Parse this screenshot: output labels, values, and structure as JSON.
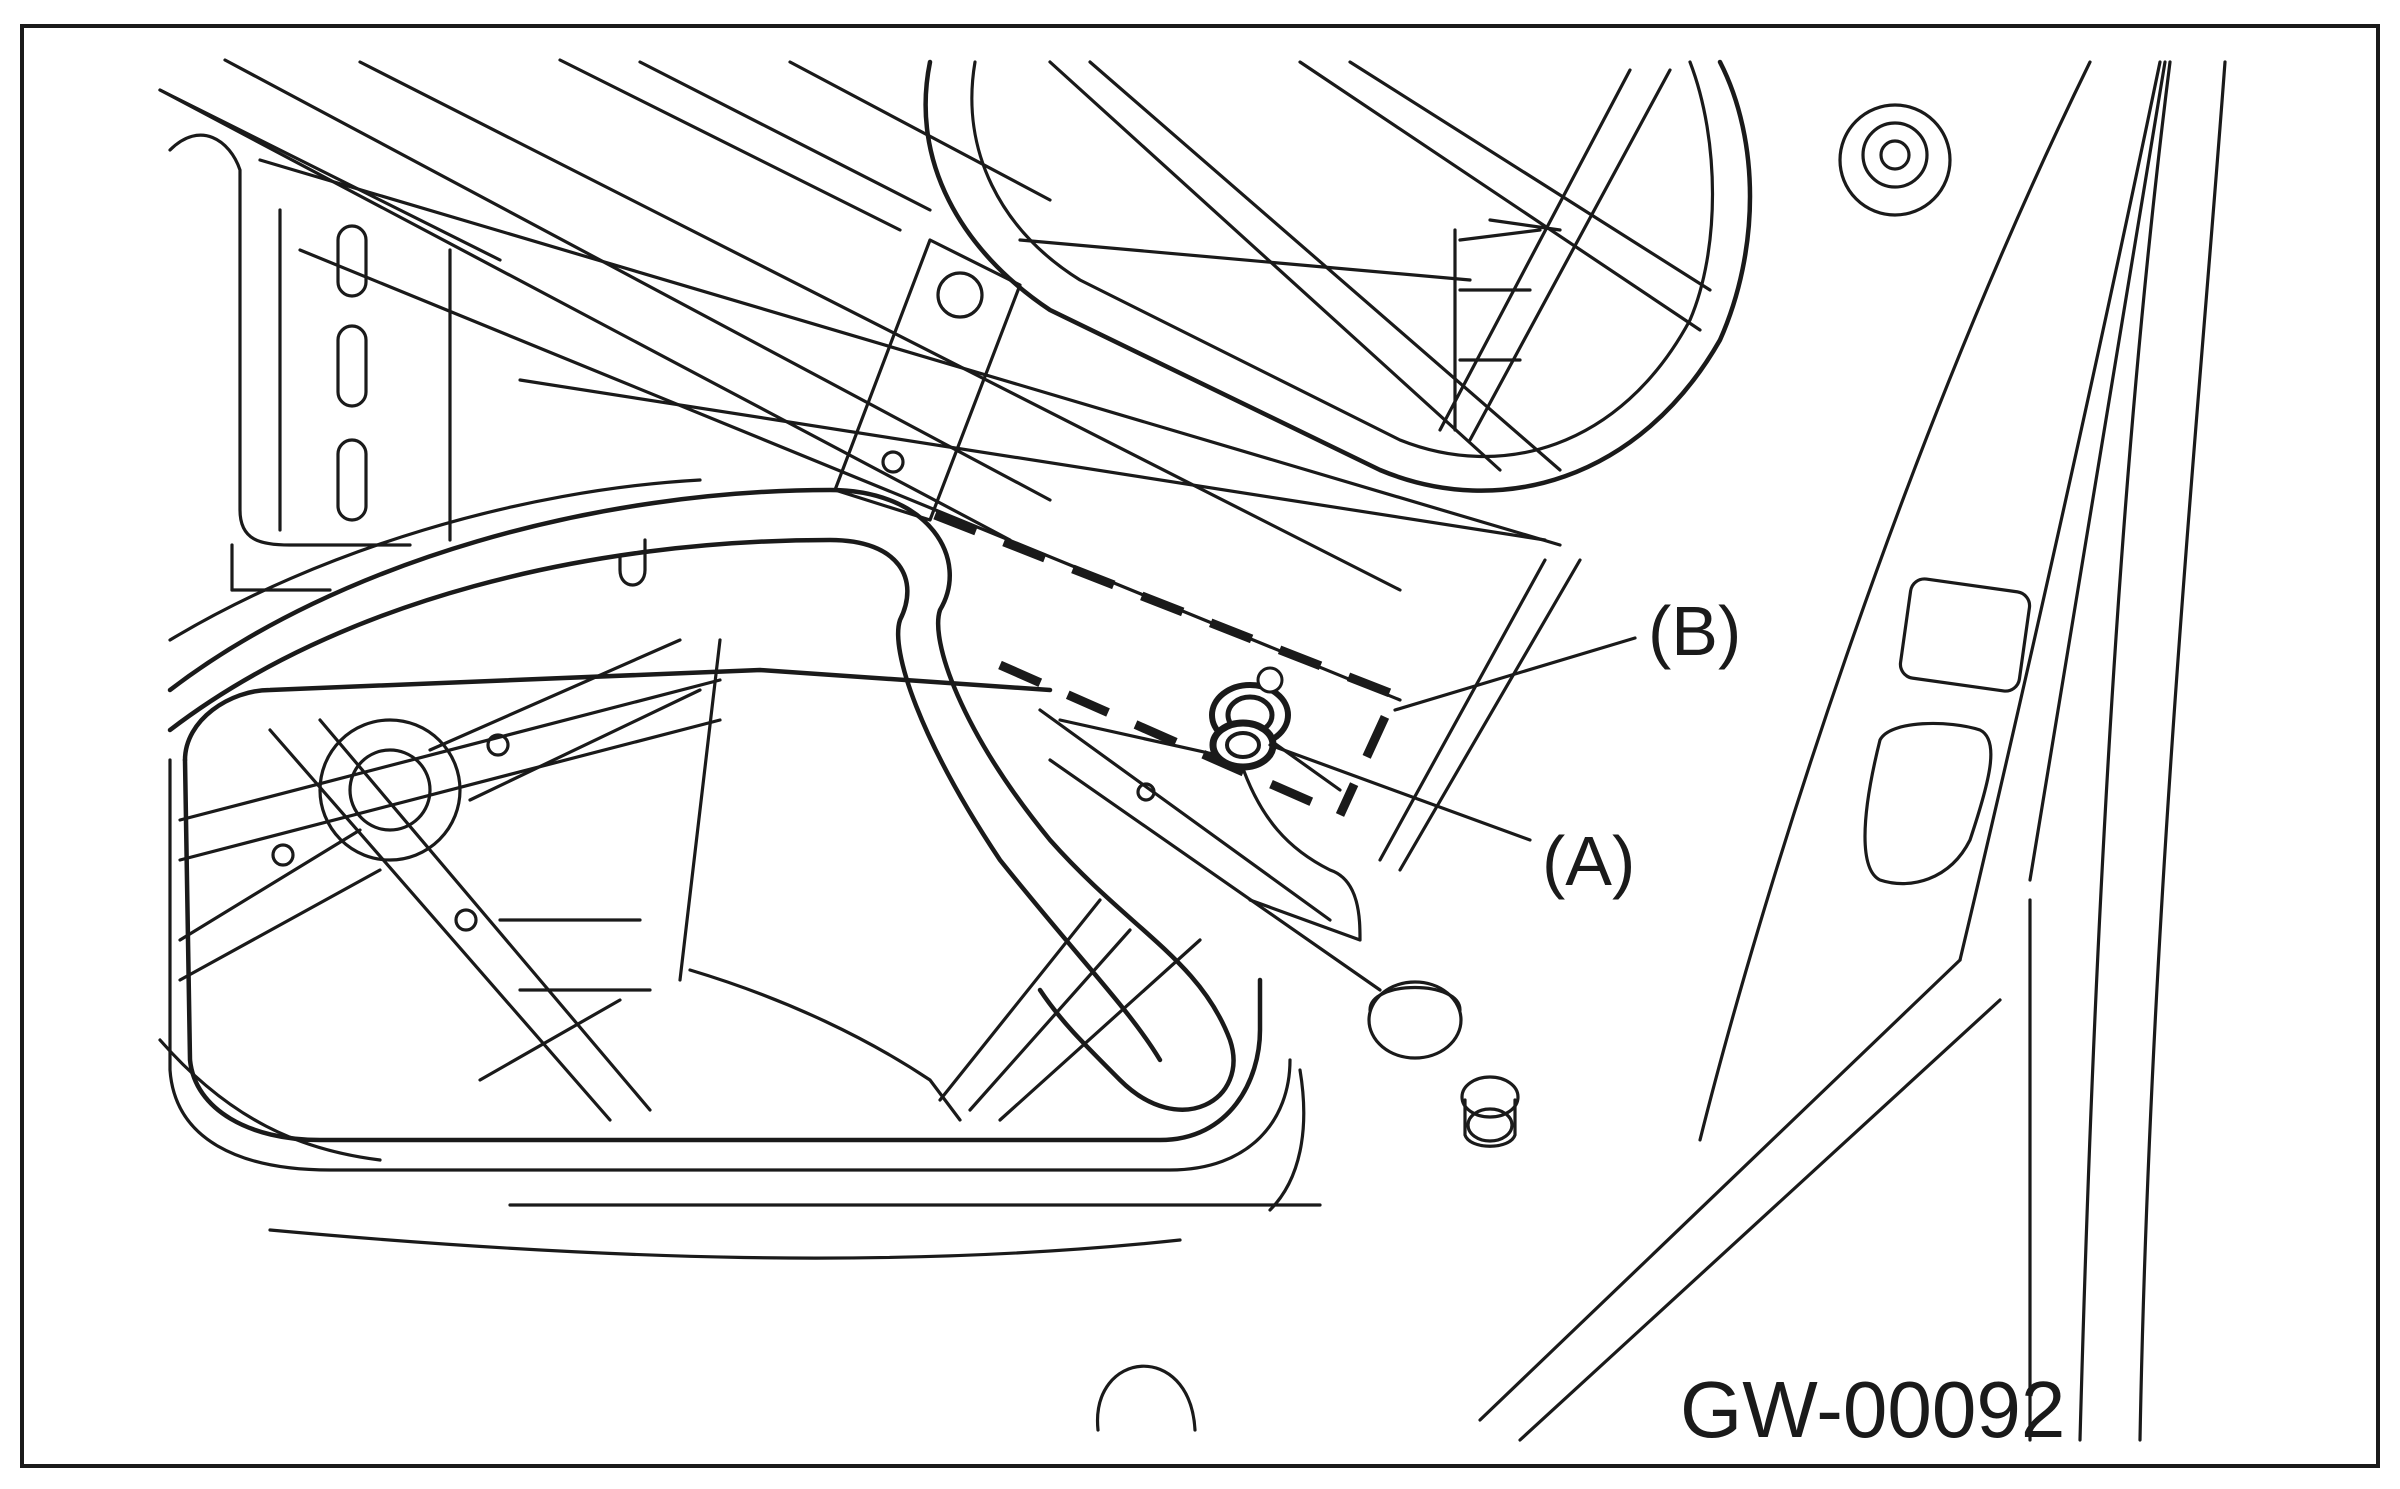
{
  "figure": {
    "callout_a": "(A)",
    "callout_b": "(B)",
    "figure_code": "GW-00092"
  }
}
